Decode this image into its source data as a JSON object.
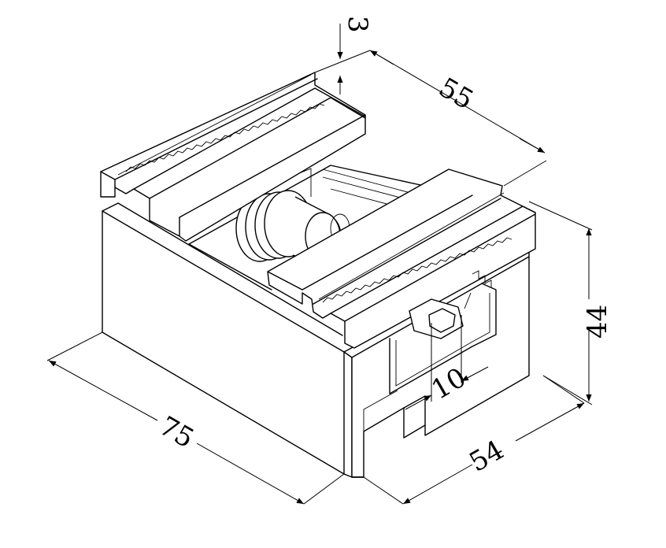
{
  "drawing": {
    "description_color": "#000000",
    "background": "#ffffff"
  },
  "dimensions": {
    "d3": "3",
    "d55": "55",
    "d44": "44",
    "d10": "10",
    "d54": "54",
    "d75": "75"
  }
}
